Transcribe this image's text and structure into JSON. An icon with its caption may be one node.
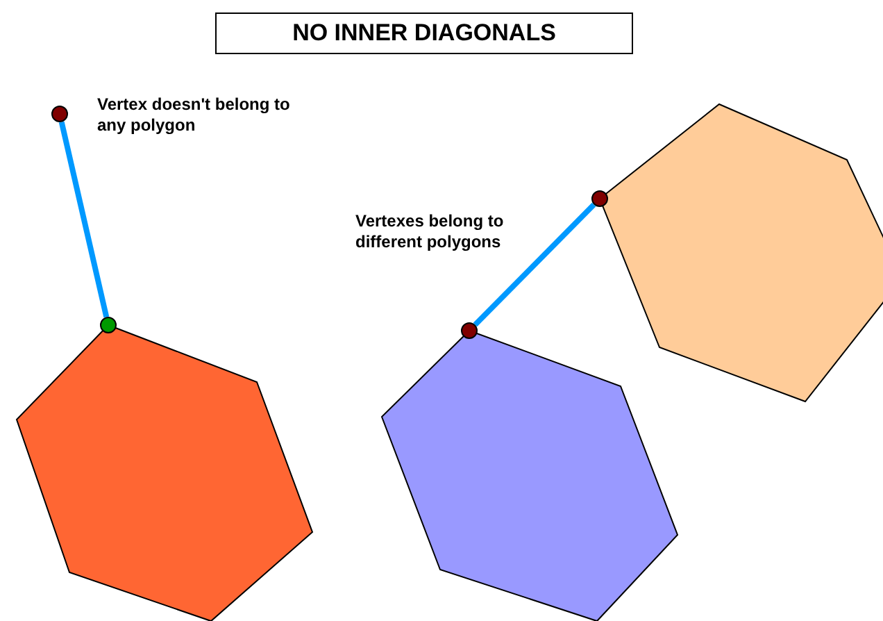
{
  "diagram": {
    "title": "NO INNER DIAGONALS",
    "nodes": [
      {
        "text": [],
        "shape": "hexagon"
      },
      {
        "text": [],
        "shape": "circle"
      },
      {
        "text": [],
        "shape": "circle"
      },
      {
        "text": [],
        "shape": "circle"
      },
      {
        "text": [],
        "shape": "circle"
      },
      {
        "text": [],
        "shape": "hexagon"
      },
      {
        "text": [],
        "shape": "hexagon"
      }
    ],
    "edges": [
      {
        "from": 1,
        "to": 3,
        "arrow": "none"
      },
      {
        "from": 4,
        "to": 2,
        "arrow": "none"
      }
    ],
    "labels": [
      "Vertex doesn't belong to any polygon",
      "Vertexes belong to different polygons"
    ]
  }
}
